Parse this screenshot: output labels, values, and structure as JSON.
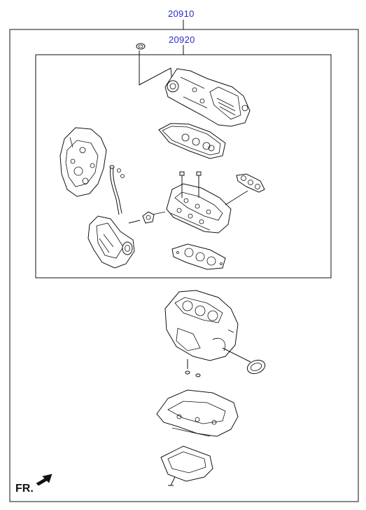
{
  "labels": {
    "outer_part": "20910",
    "inner_part": "20920",
    "direction": "FR."
  },
  "colors": {
    "label": "#2b2bcc",
    "line": "#111111",
    "background": "#ffffff"
  },
  "icons": {
    "direction_arrow": "front-direction-arrow-icon"
  }
}
